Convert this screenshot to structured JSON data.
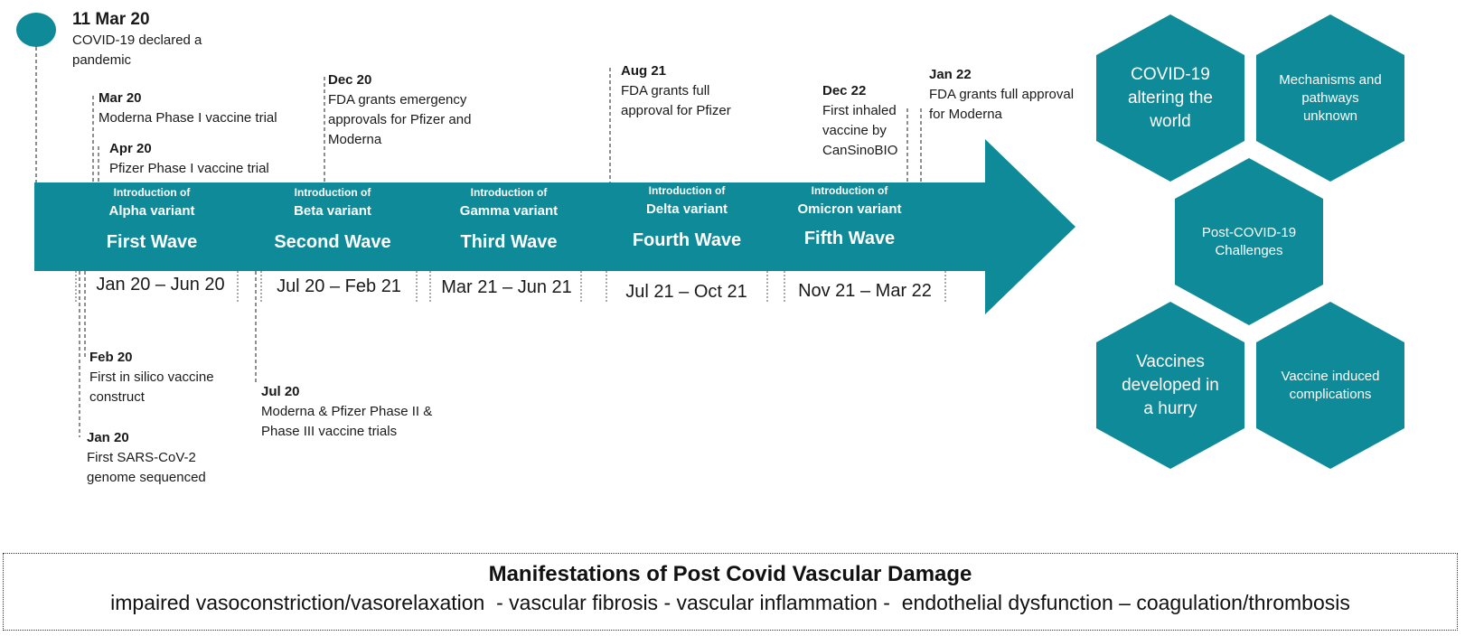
{
  "colors": {
    "teal": "#0E8A99",
    "text": "#1a1a1a",
    "line": "#444444"
  },
  "events_top": [
    {
      "date": "11 Mar 20",
      "text": "COVID-19 declared a pandemic"
    },
    {
      "date": "Mar 20",
      "text": "Moderna Phase I vaccine trial"
    },
    {
      "date": "Apr 20",
      "text": "Pfizer Phase I vaccine trial"
    },
    {
      "date": "Dec 20",
      "text": "FDA grants emergency approvals for Pfizer and Moderna"
    },
    {
      "date": "Aug 21",
      "text": "FDA grants full approval for Pfizer"
    },
    {
      "date": "Dec 22",
      "text": "First inhaled vaccine by CanSinoBIO"
    },
    {
      "date": "Jan 22",
      "text": "FDA grants full approval for Moderna"
    }
  ],
  "events_bottom": [
    {
      "date": "Feb 20",
      "text": "First in silico vaccine construct"
    },
    {
      "date": "Jan 20",
      "text": "First SARS-CoV-2 genome sequenced"
    },
    {
      "date": "Jul 20",
      "text": "Moderna & Pfizer Phase II & Phase III vaccine trials"
    }
  ],
  "waves": [
    {
      "intro": "Introduction of",
      "variant": "Alpha variant",
      "wave": "First Wave",
      "period": "Jan 20 – Jun 20"
    },
    {
      "intro": "Introduction of",
      "variant": "Beta variant",
      "wave": "Second Wave",
      "period": "Jul 20 – Feb 21"
    },
    {
      "intro": "Introduction of",
      "variant": "Gamma variant",
      "wave": "Third Wave",
      "period": "Mar 21 – Jun 21"
    },
    {
      "intro": "Introduction of",
      "variant": "Delta variant",
      "wave": "Fourth Wave",
      "period": "Jul 21 – Oct 21"
    },
    {
      "intro": "Introduction of",
      "variant": "Omicron variant",
      "wave": "Fifth Wave",
      "period": "Nov 21 – Mar 22"
    }
  ],
  "hexagons": {
    "covid_altering": "COVID-19 altering the world",
    "mechanisms": "Mechanisms and pathways unknown",
    "center": "Post-COVID-19 Challenges",
    "vaccines_hurry": "Vaccines developed in a hurry",
    "vaccine_complications": "Vaccine induced complications"
  },
  "manifestations": {
    "title": "Manifestations of Post Covid Vascular Damage",
    "items": "impaired vasoconstriction/vasorelaxation  - vascular fibrosis - vascular inflammation -  endothelial dysfunction – coagulation/thrombosis"
  }
}
